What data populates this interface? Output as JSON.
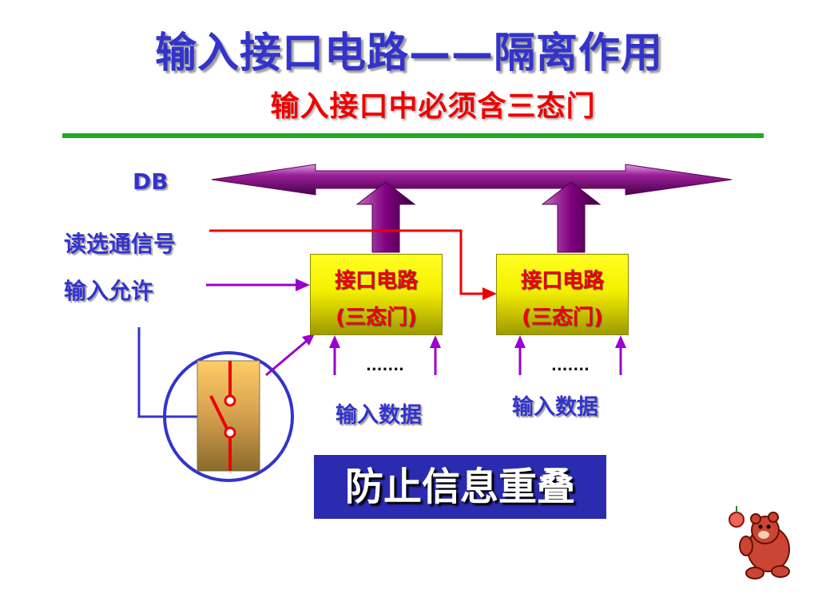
{
  "title": "输入接口电路——隔离作用",
  "subtitle": "输入接口中必须含三态门",
  "bus_label": "DB",
  "signals": {
    "read_strobe": "读选通信号",
    "input_enable": "输入允许"
  },
  "boxes": [
    {
      "line1": "接口电路",
      "line2": "(三态门)",
      "dots": ".......",
      "data_label": "输入数据"
    },
    {
      "line1": "接口电路",
      "line2": "(三态门)",
      "dots": ".......",
      "data_label": "输入数据"
    }
  ],
  "banner": "防止信息重叠",
  "colors": {
    "title": "#3333cc",
    "subtitle": "#ee0000",
    "bus": "#800080",
    "divider": "#22aa22",
    "banner_bg": "#2b2bb0"
  },
  "icons": {
    "switch": "switch-icon",
    "mascot": "bear-mascot-icon"
  }
}
